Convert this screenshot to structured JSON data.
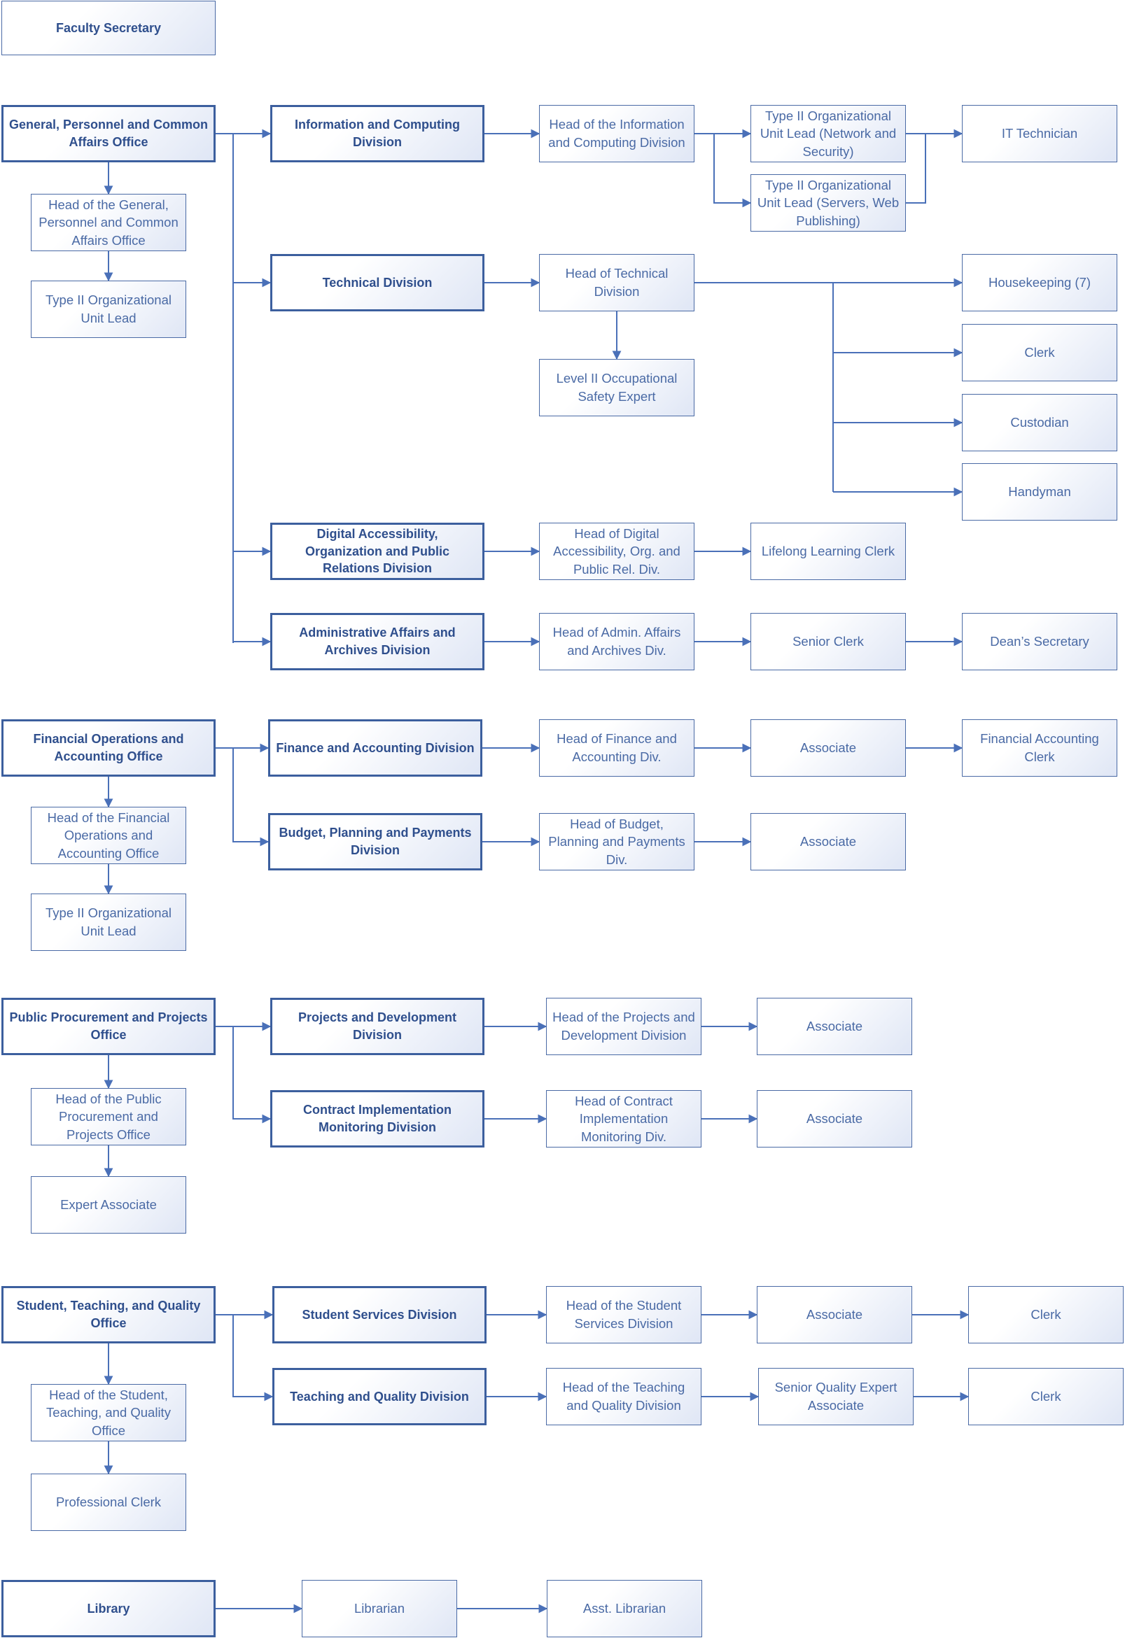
{
  "faculty_secretary": "Faculty Secretary",
  "offices": {
    "general": {
      "title": "General, Personnel and Common Affairs Office",
      "head": "Head of the General, Personnel and Common Affairs Office",
      "lead": "Type II Organizational Unit Lead",
      "divisions": {
        "info": {
          "title": "Information and Computing Division",
          "head": "Head of the Information and Computing Division",
          "lead_network": "Type II Organizational Unit Lead (Network and Security)",
          "lead_servers": "Type II Organizational Unit Lead (Servers, Web Publishing)",
          "it_technician": "IT Technician"
        },
        "technical": {
          "title": "Technical Division",
          "head": "Head of Technical Division",
          "safety_expert": "Level II Occupational Safety Expert",
          "housekeeping": "Housekeeping (7)",
          "clerk": "Clerk",
          "custodian": "Custodian",
          "handyman": "Handyman"
        },
        "digital": {
          "title": "Digital Accessibility, Organization and Public Relations Division",
          "head": "Head of Digital Accessibility, Org. and Public Rel. Div.",
          "lifelong_clerk": "Lifelong Learning Clerk"
        },
        "admin": {
          "title": "Administrative Affairs and Archives Division",
          "head": "Head of Admin. Affairs and Archives Div.",
          "senior_clerk": "Senior Clerk",
          "deans_secretary": "Dean’s Secretary"
        }
      }
    },
    "financial": {
      "title": "Financial Operations and Accounting Office",
      "head": "Head of the Financial Operations and Accounting Office",
      "lead": "Type II Organizational Unit Lead",
      "divisions": {
        "finance": {
          "title": "Finance and Accounting Division",
          "head": "Head of Finance and Accounting Div.",
          "associate": "Associate",
          "accounting_clerk": "Financial Accounting Clerk"
        },
        "budget": {
          "title": "Budget, Planning and Payments Division",
          "head": "Head of Budget, Planning and Payments Div.",
          "associate": "Associate"
        }
      }
    },
    "procurement": {
      "title": "Public Procurement and Projects Office",
      "head": "Head of the Public Procurement and Projects Office",
      "expert": "Expert Associate",
      "divisions": {
        "projects": {
          "title": "Projects and Development Division",
          "head": "Head of the Projects and Development Division",
          "associate": "Associate"
        },
        "contract": {
          "title": "Contract Implementation Monitoring Division",
          "head": "Head of Contract Implementation Monitoring Div.",
          "associate": "Associate"
        }
      }
    },
    "student": {
      "title": "Student, Teaching, and Quality Office",
      "head": "Head of the Student, Teaching, and Quality Office",
      "professional_clerk": "Professional Clerk",
      "divisions": {
        "services": {
          "title": "Student Services Division",
          "head": "Head of the Student Services Division",
          "associate": "Associate",
          "clerk": "Clerk"
        },
        "teaching": {
          "title": "Teaching and Quality Division",
          "head": "Head of the Teaching and Quality Division",
          "quality_expert": "Senior Quality Expert Associate",
          "clerk": "Clerk"
        }
      }
    },
    "library": {
      "title": "Library",
      "librarian": "Librarian",
      "asst_librarian": "Asst. Librarian"
    }
  },
  "colors": {
    "line": "#4a70b8",
    "strong_border": "#3c5f9e",
    "text": "#4a6aa5"
  }
}
